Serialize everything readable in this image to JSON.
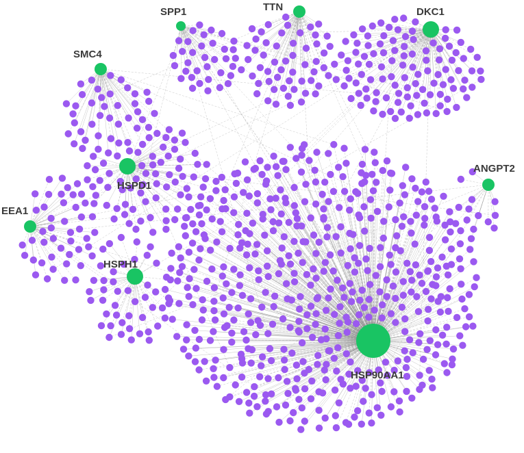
{
  "colors": {
    "hub": "#19c463",
    "leaf": "#9b59f0",
    "edge": "#8a8a8a",
    "label": "#3a3a3a"
  },
  "hubs": [
    {
      "id": "hsp90aa1",
      "label": "HSP90AA1",
      "size": "largest"
    },
    {
      "id": "dkc1",
      "label": "DKC1",
      "size": "medium"
    },
    {
      "id": "hspd1",
      "label": "HSPD1",
      "size": "medium"
    },
    {
      "id": "hsph1",
      "label": "HSPH1",
      "size": "medium"
    },
    {
      "id": "ttn",
      "label": "TTN",
      "size": "small"
    },
    {
      "id": "spp1",
      "label": "SPP1",
      "size": "small"
    },
    {
      "id": "smc4",
      "label": "SMC4",
      "size": "small"
    },
    {
      "id": "eea1",
      "label": "EEA1",
      "size": "small"
    },
    {
      "id": "angpt2",
      "label": "ANGPT2",
      "size": "small"
    }
  ]
}
